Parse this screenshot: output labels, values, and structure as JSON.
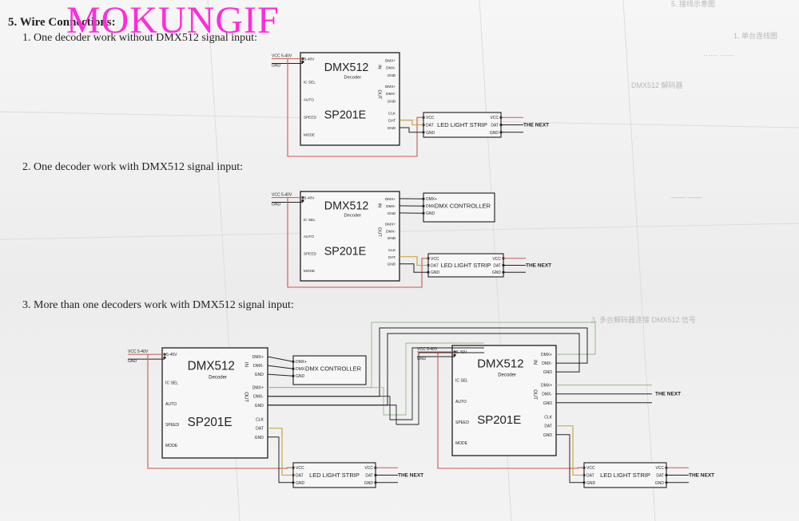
{
  "watermark": "MOKUNGIF",
  "section_title": "5. Wire Connections:",
  "cases": [
    {
      "caption": "1. One decoder work without DMX512 signal input:"
    },
    {
      "caption": "2. One decoder work with DMX512 signal input:"
    },
    {
      "caption": "3. More than one decoders work with DMX512 signal input:"
    }
  ],
  "decoder": {
    "brand": "DMX512",
    "sub": "Decoder",
    "model": "SP201E",
    "power_label": "5-40V",
    "in_label": "IN",
    "out_label": "OUT",
    "left_pins": [
      "IC SEL",
      "AUTO",
      "SPEED",
      "MODE"
    ],
    "in_pins": [
      "DMX+",
      "DMX-",
      "GND"
    ],
    "out_pins": [
      "DMX+",
      "DMX-",
      "GND"
    ],
    "strip_pins": [
      "CLK",
      "DAT",
      "GND"
    ]
  },
  "supply": {
    "vcc": "VCC 5-40V",
    "gnd": "GND"
  },
  "strip": {
    "label": "LED LIGHT STRIP",
    "pins": [
      "VCC",
      "DAT",
      "GND"
    ]
  },
  "controller": {
    "label": "DMX CONTROLLER",
    "pins": [
      "DMX+",
      "DMX-",
      "GND"
    ]
  },
  "next_label": "THE NEXT",
  "colors": {
    "vcc_wire": "#c9594e",
    "dat_wire": "#c2a13a",
    "bus_wire": "#9bb78a",
    "line": "#222222",
    "watermark": "#ff2bdc"
  }
}
